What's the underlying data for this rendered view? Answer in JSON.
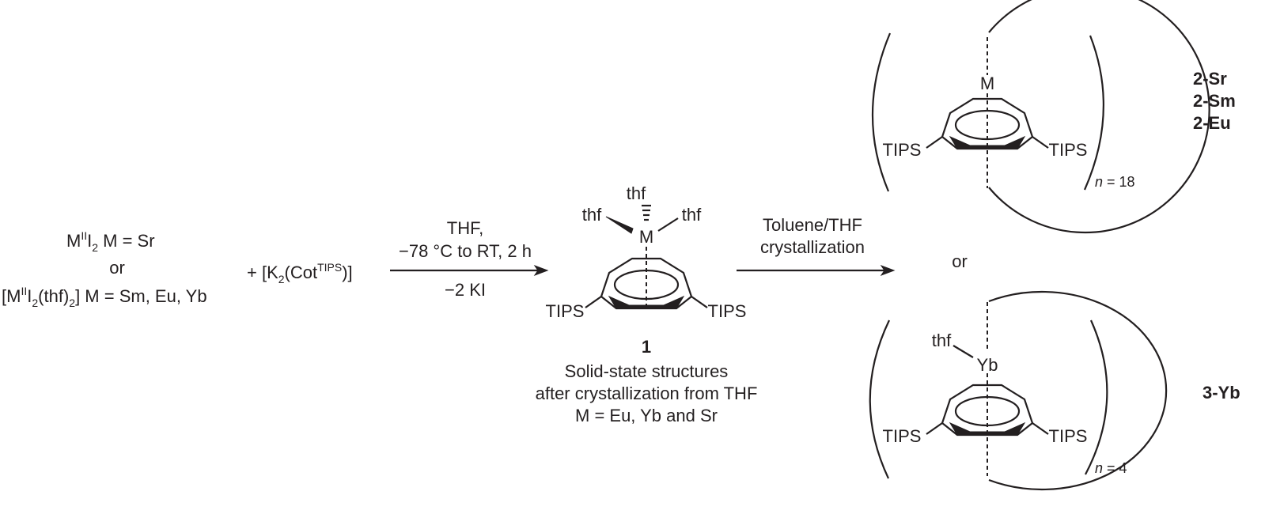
{
  "reactants": {
    "line1_M": "M",
    "line1_ox": "II",
    "line1_I": "I",
    "line1_sub": "2",
    "line1_rest": " M = Sr",
    "or": "or",
    "line3_open": "[M",
    "line3_ox": "II",
    "line3_I": "I",
    "line3_sub": "2",
    "line3_thf": "(thf)",
    "line3_sub2": "2",
    "line3_rest": "] M = Sm, Eu, Yb",
    "reagent_prefix": "+ [K",
    "reagent_sub": "2",
    "reagent_cot": "(Cot",
    "reagent_sup": "TIPS",
    "reagent_close": ")]"
  },
  "arrow1": {
    "above_1": "THF,",
    "above_2": "−78 °C to RT, 2 h",
    "below": "−2 KI"
  },
  "compound1": {
    "metal": "M",
    "ligand_top": "thf",
    "ligand_left": "thf",
    "ligand_right": "thf",
    "subst_left": "TIPS",
    "subst_right": "TIPS",
    "number": "1",
    "caption_1": "Solid-state structures",
    "caption_2": "after crystallization from THF",
    "caption_3": "M = Eu, Yb and Sr"
  },
  "arrow2": {
    "above_1": "Toluene/THF",
    "above_2": "crystallization"
  },
  "product_top": {
    "metal": "M",
    "subst_left": "TIPS",
    "subst_right": "TIPS",
    "n_label": "n",
    "n_value": " = 18",
    "labels": [
      "2-Sr",
      "2-Sm",
      "2-Eu"
    ]
  },
  "or_mid": "or",
  "product_bottom": {
    "metal": "Yb",
    "ligand": "thf",
    "subst_left": "TIPS",
    "subst_right": "TIPS",
    "n_label": "n",
    "n_value": " = 4",
    "label": "3-Yb"
  }
}
